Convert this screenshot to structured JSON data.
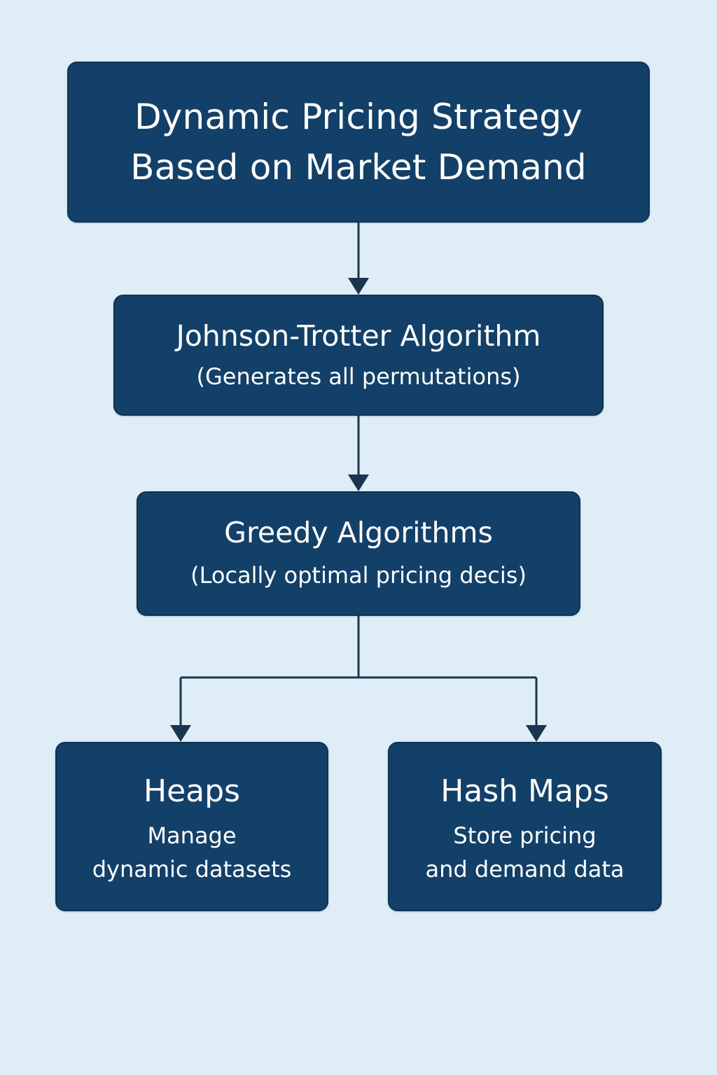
{
  "colors": {
    "background": "#deedf6",
    "node_fill": "#134068",
    "node_border": "#0e3254",
    "node_text": "#ffffff",
    "connector": "#1b3550"
  },
  "nodes": {
    "root": {
      "title": "Dynamic Pricing Strategy\nBased on Market Demand"
    },
    "johnson_trotter": {
      "title": "Johnson-Trotter Algorithm",
      "desc": "(Generates all permutations)"
    },
    "greedy": {
      "title": "Greedy Algorithms",
      "desc": "(Locally optimal pricing decis)"
    },
    "heaps": {
      "title": "Heaps",
      "desc": "Manage\ndynamic datasets"
    },
    "hash_maps": {
      "title": "Hash Maps",
      "desc": "Store pricing\nand demand data"
    }
  },
  "edges": [
    {
      "from": "root",
      "to": "johnson_trotter"
    },
    {
      "from": "johnson_trotter",
      "to": "greedy"
    },
    {
      "from": "greedy",
      "to": "heaps"
    },
    {
      "from": "greedy",
      "to": "hash_maps"
    }
  ]
}
